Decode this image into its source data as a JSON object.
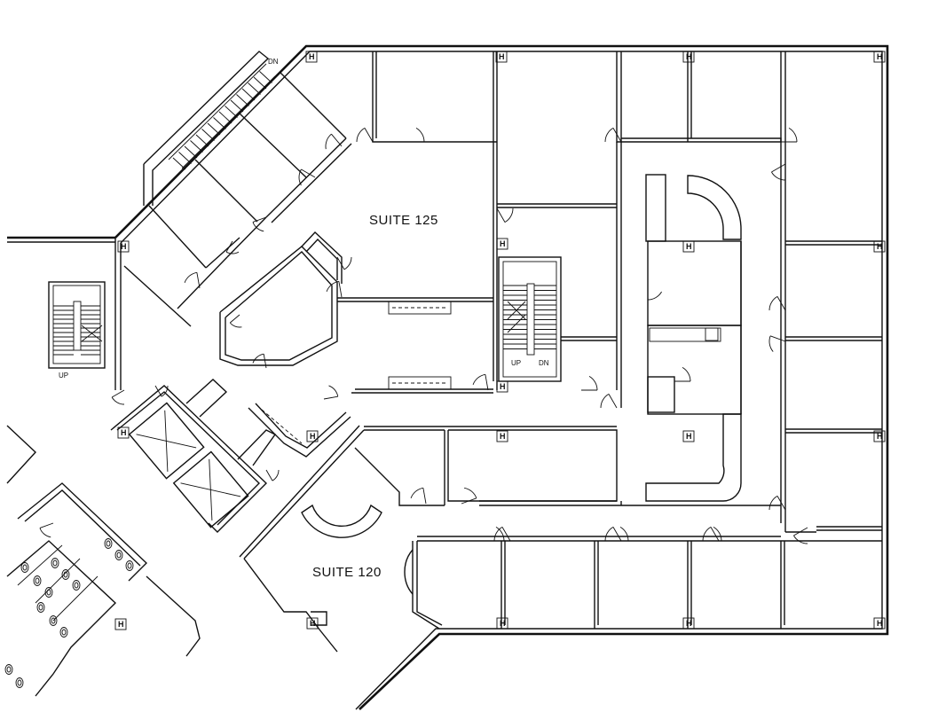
{
  "labels": {
    "suite_125": "SUITE 125",
    "suite_120": "SUITE 120",
    "stair_west_up": "UP",
    "stair_center_up": "UP",
    "stair_center_dn": "DN",
    "stair_nw_dn": "DN"
  },
  "hose_mark": "H"
}
